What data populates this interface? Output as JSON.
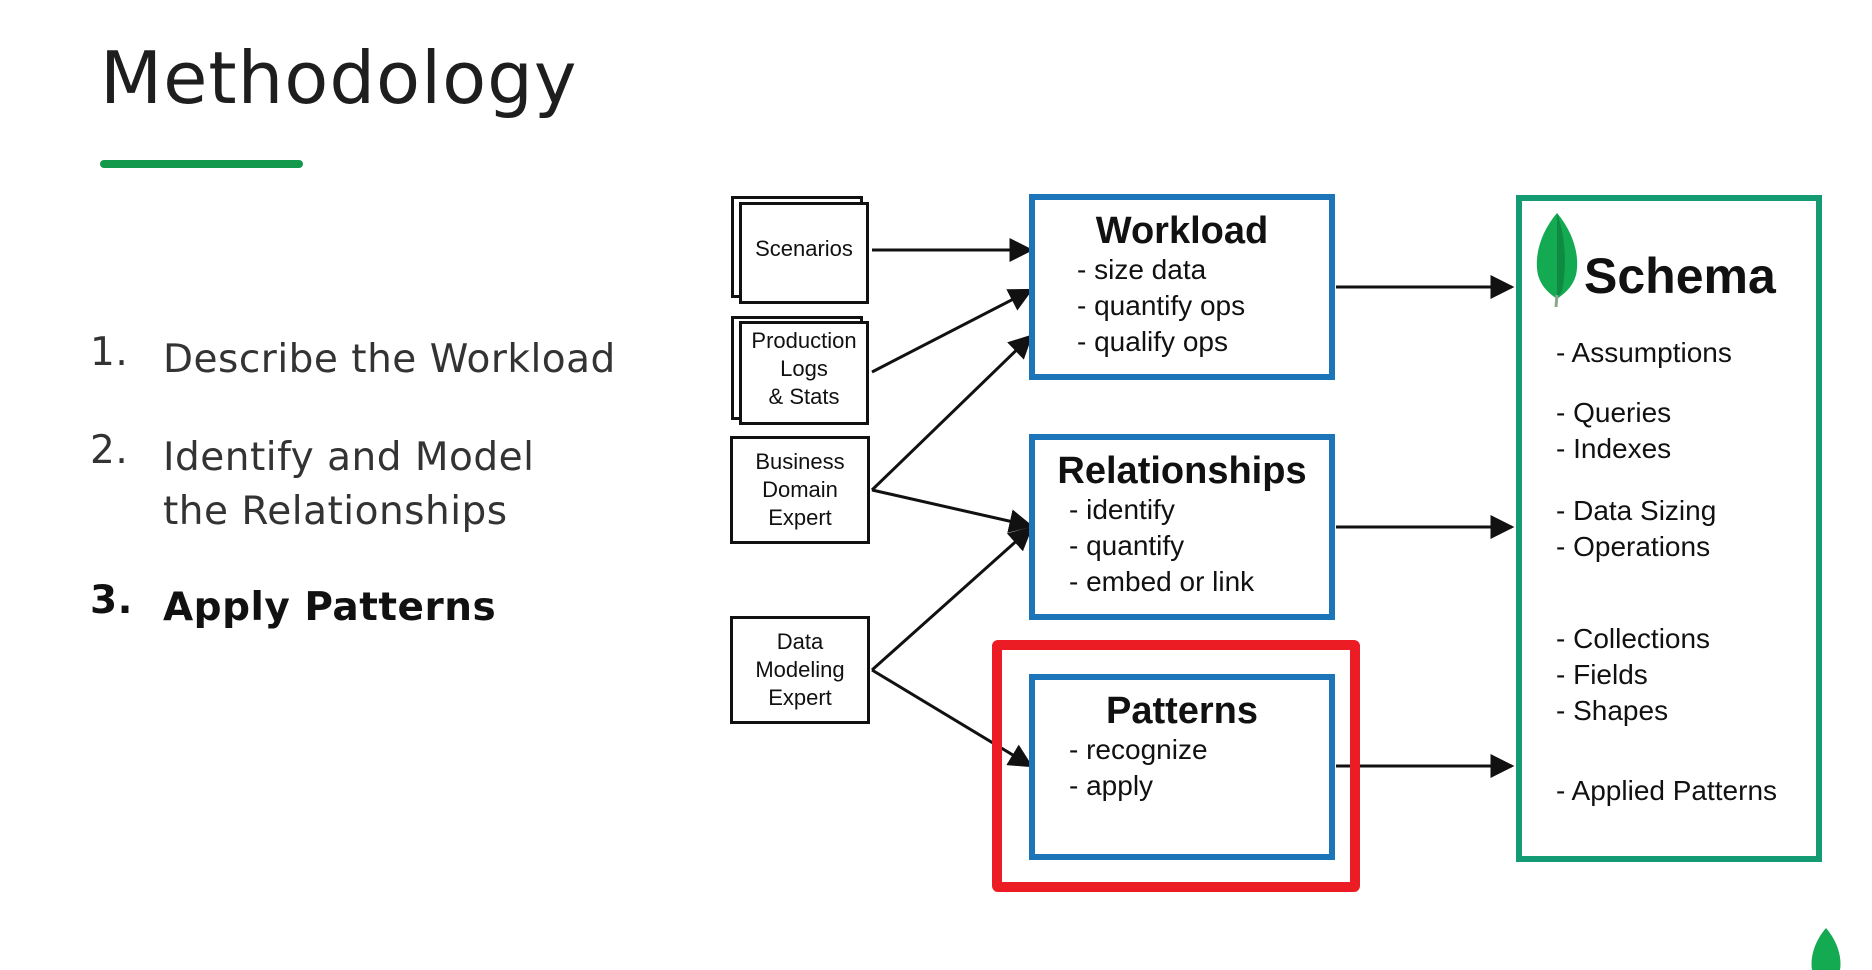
{
  "slide": {
    "title": "Methodology",
    "steps": [
      {
        "num": "1.",
        "label": "Describe the Workload"
      },
      {
        "num": "2.",
        "label_line1": "Identify and Model",
        "label_line2": "the Relationships"
      },
      {
        "num": "3.",
        "label": "Apply Patterns"
      }
    ]
  },
  "inputs": {
    "scenarios": "Scenarios",
    "production": [
      "Production",
      "Logs",
      "& Stats"
    ],
    "business": [
      "Business",
      "Domain",
      "Expert"
    ],
    "data_modeling": [
      "Data",
      "Modeling",
      "Expert"
    ]
  },
  "workload": {
    "title": "Workload",
    "items": [
      "- size data",
      "- quantify ops",
      "- qualify ops"
    ]
  },
  "relationships": {
    "title": "Relationships",
    "items": [
      "- identify",
      "- quantify",
      "- embed or link"
    ]
  },
  "patterns": {
    "title": "Patterns",
    "items": [
      "- recognize",
      "- apply"
    ]
  },
  "schema": {
    "title": "Schema",
    "items": [
      "- Assumptions",
      "- Queries",
      "- Indexes",
      "- Data Sizing",
      "- Operations",
      "- Collections",
      "- Fields",
      "- Shapes",
      "- Applied Patterns"
    ]
  },
  "colors": {
    "accent_green": "#13994b",
    "blue_box": "#1b75b8",
    "schema_green": "#159b74",
    "highlight_red": "#ec1c24",
    "leaf_green": "#13aa52"
  },
  "icons": {
    "schema_logo": "mongodb-leaf-icon",
    "corner_logo": "mongodb-leaf-icon"
  }
}
